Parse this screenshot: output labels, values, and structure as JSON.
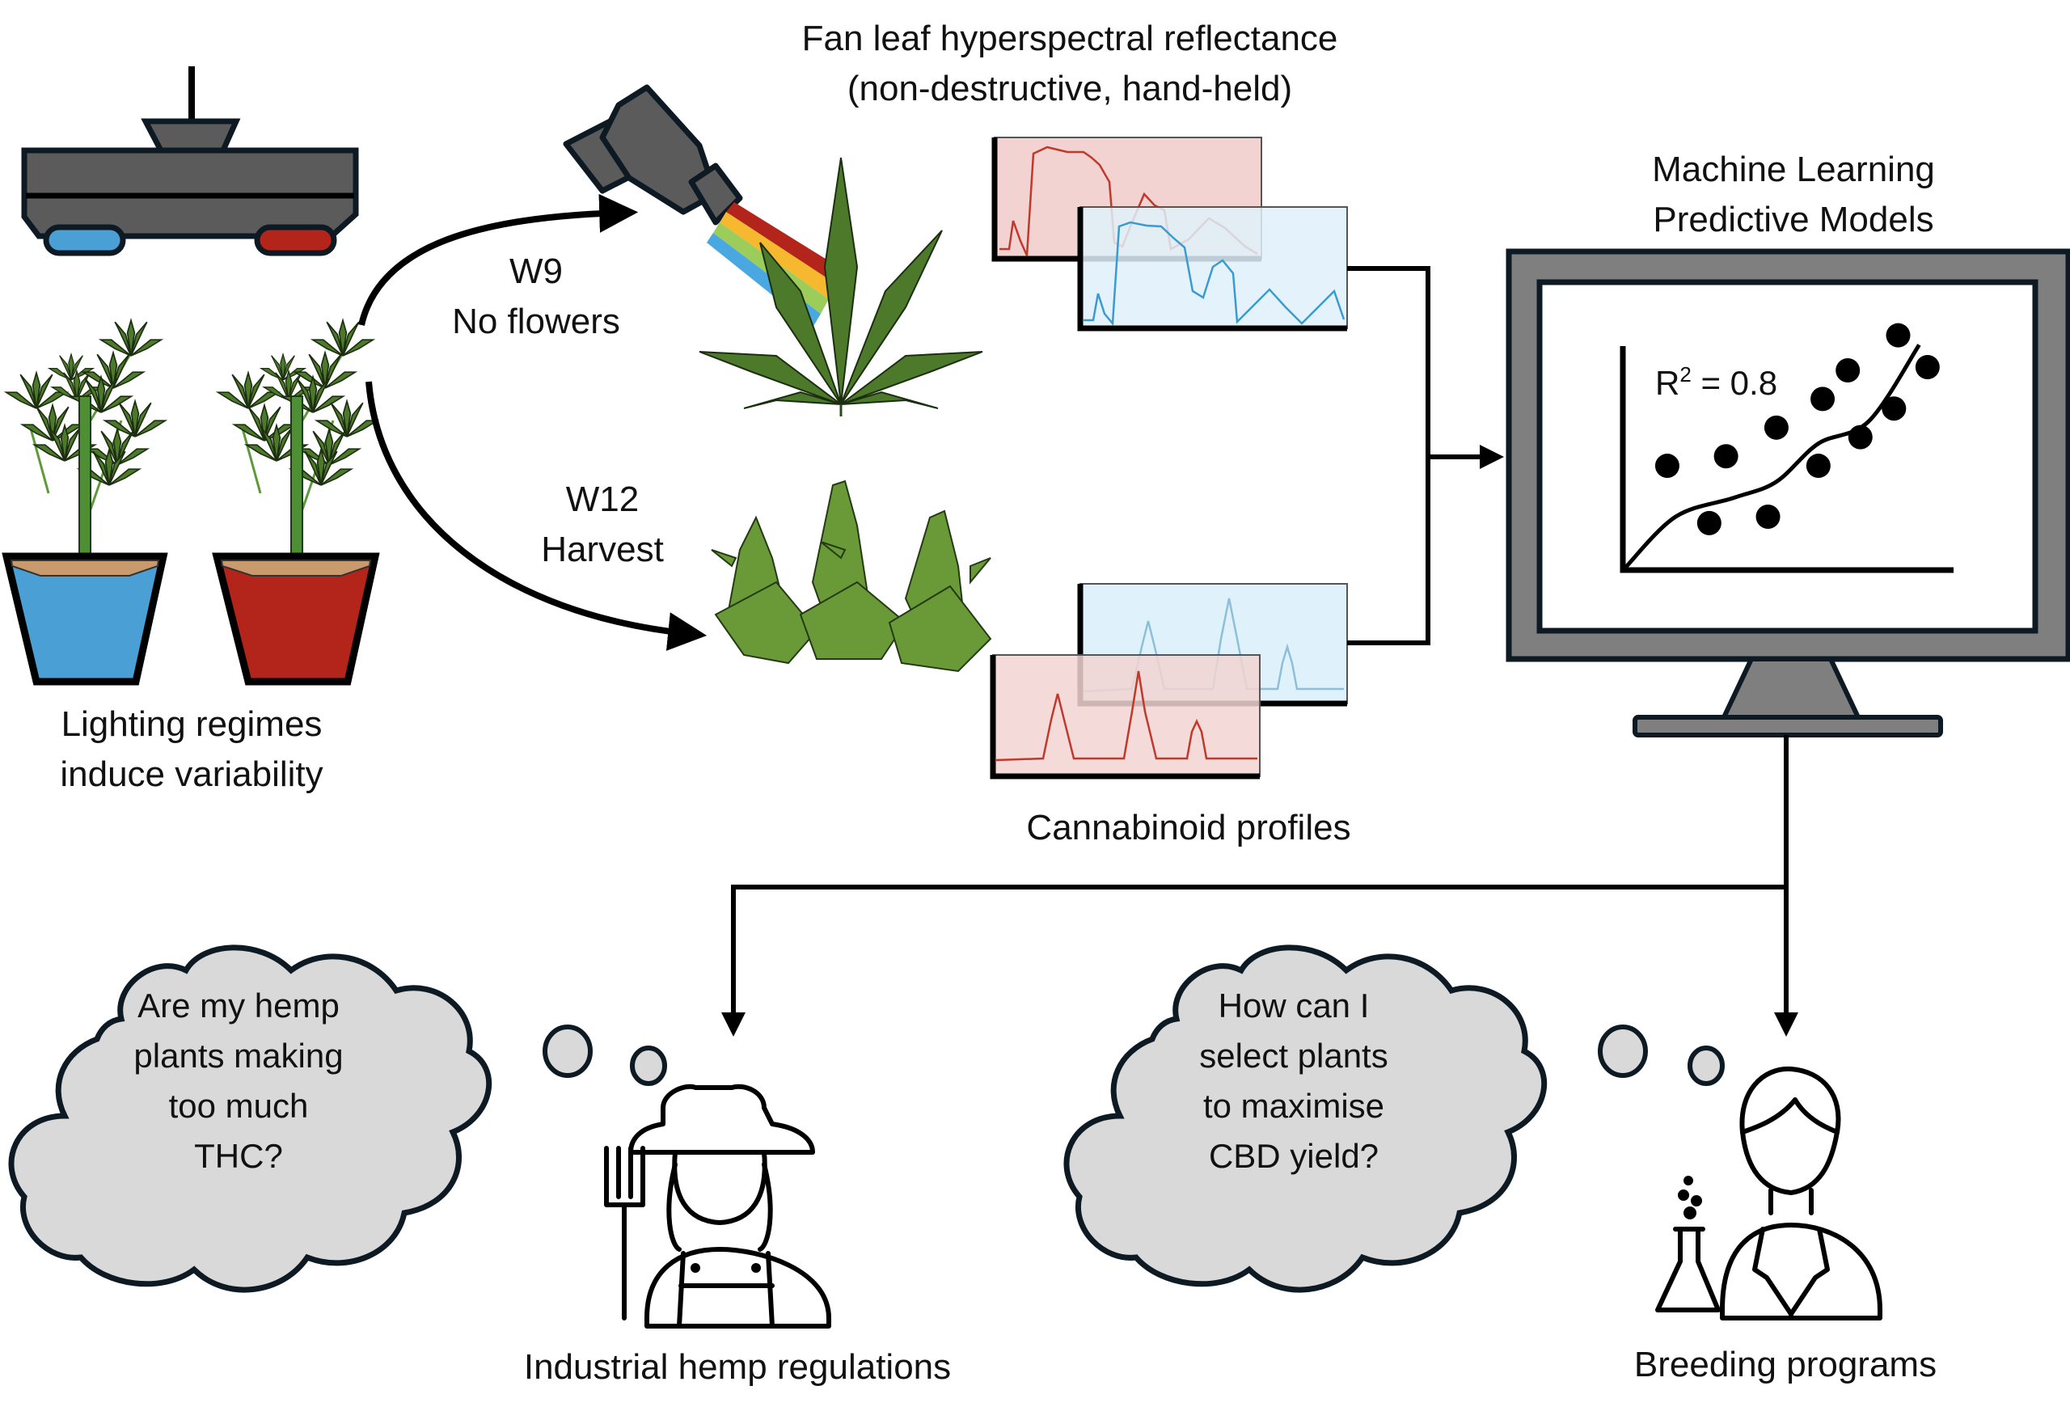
{
  "colors": {
    "blue_light": "#4a9fd4",
    "red_light": "#b3241a",
    "device_gray": "#5b5b5b",
    "monitor_gray": "#7f7f7f",
    "outline": "#0d1a24",
    "leaf_green": "#4c7a2a",
    "soil": "#c89a6e",
    "spectrum_red_bg": "#f2d3d1",
    "spectrum_blue_bg": "#dff1fa",
    "spectrum_red_line": "#c0392b",
    "spectrum_blue_line": "#3b9bd0",
    "cloud_fill": "#d9d9d9"
  },
  "growth": {
    "caption_line1": "Lighting regimes",
    "caption_line2": "induce variability"
  },
  "sampling": {
    "w9": {
      "week": "W9",
      "stage": "No flowers"
    },
    "w12": {
      "week": "W12",
      "stage": "Harvest"
    }
  },
  "hyperspectral": {
    "title_line1": "Fan leaf hyperspectral reflectance",
    "title_line2": "(non-destructive, hand-held)"
  },
  "cannabinoid": {
    "caption": "Cannabinoid profiles"
  },
  "ml": {
    "title_line1": "Machine Learning",
    "title_line2": "Predictive Models",
    "metric_label": "R",
    "metric_sup": "2",
    "metric_value": " = 0.8"
  },
  "chart_data": {
    "type": "scatter",
    "title": "",
    "xlabel": "",
    "ylabel": "",
    "annotation": "R² = 0.8",
    "points": [
      {
        "x": 1.0,
        "y": 3.2
      },
      {
        "x": 2.0,
        "y": 1.4
      },
      {
        "x": 2.4,
        "y": 3.5
      },
      {
        "x": 3.4,
        "y": 1.6
      },
      {
        "x": 3.6,
        "y": 4.4
      },
      {
        "x": 4.6,
        "y": 3.2
      },
      {
        "x": 4.7,
        "y": 5.3
      },
      {
        "x": 5.3,
        "y": 6.2
      },
      {
        "x": 5.6,
        "y": 4.1
      },
      {
        "x": 6.4,
        "y": 5.0
      },
      {
        "x": 6.5,
        "y": 7.3
      },
      {
        "x": 7.2,
        "y": 6.3
      }
    ],
    "fit_curve": [
      {
        "x": 0.0,
        "y": 0.0
      },
      {
        "x": 1.2,
        "y": 1.6
      },
      {
        "x": 2.6,
        "y": 2.2
      },
      {
        "x": 3.6,
        "y": 2.7
      },
      {
        "x": 4.6,
        "y": 3.9
      },
      {
        "x": 5.8,
        "y": 4.6
      },
      {
        "x": 7.0,
        "y": 7.0
      }
    ],
    "xlim": [
      0,
      7.8
    ],
    "ylim": [
      0,
      7.8
    ],
    "grid": false
  },
  "applications": {
    "farmer_thought": [
      "Are my hemp",
      "plants making",
      "too much",
      "THC?"
    ],
    "farmer_caption": "Industrial hemp regulations",
    "breeder_thought": [
      "How can I",
      "select plants",
      "to maximise",
      "CBD yield?"
    ],
    "breeder_caption": "Breeding programs"
  }
}
